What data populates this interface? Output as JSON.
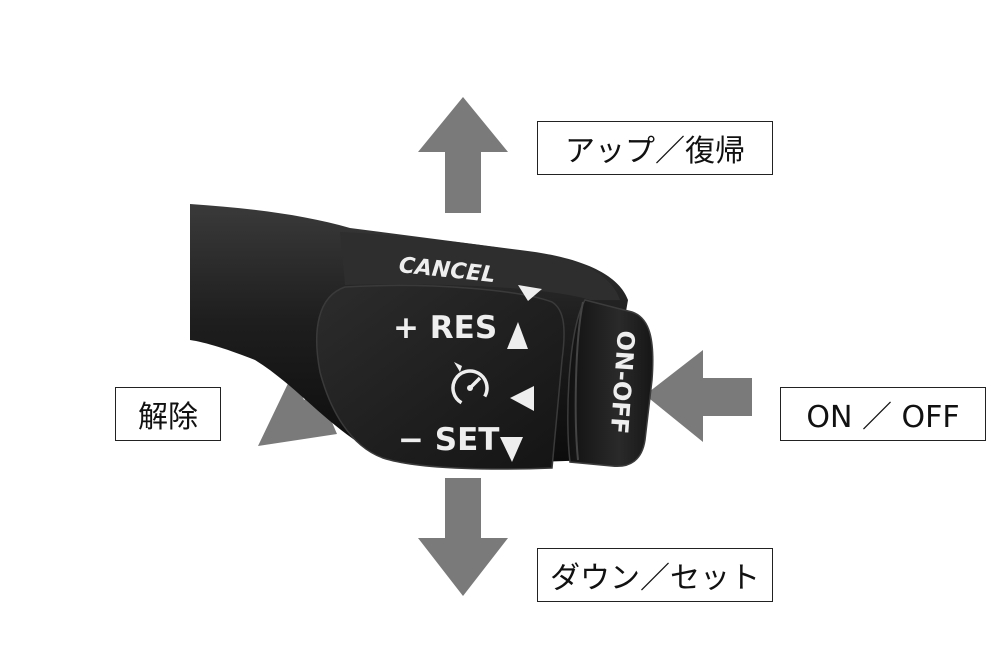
{
  "stalk": {
    "cancel_label": "CANCEL",
    "res_label": "+ RES",
    "set_label": "− SET",
    "onoff_label": "ON-OFF",
    "cruise_icon": "cruise-control-icon"
  },
  "labels": {
    "up": "アップ／復帰",
    "down": "ダウン／セット",
    "cancel": "解除",
    "onoff": "ON ／ OFF"
  },
  "colors": {
    "arrow": "#7a7a7a",
    "stalk": "#1c1c1c",
    "stalk_text": "#eeeeee"
  }
}
